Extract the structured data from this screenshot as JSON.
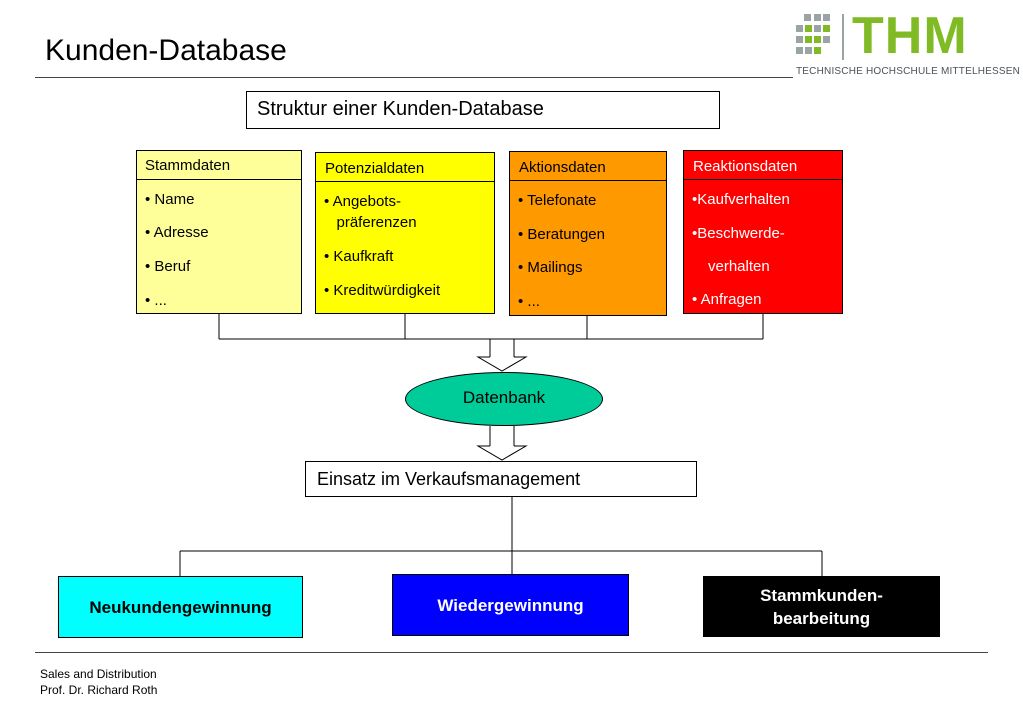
{
  "header": {
    "title": "Kunden-Database",
    "logo": {
      "wordmark": "THM",
      "subtitle": "TECHNISCHE HOCHSCHULE MITTELHESSEN",
      "color": "#80ba24"
    }
  },
  "diagram": {
    "title": "Struktur einer Kunden-Database",
    "categories": [
      {
        "title": "Stammdaten",
        "fill": "#ffff99",
        "items": [
          "• Name",
          "• Adresse",
          "• Beruf",
          "• ..."
        ]
      },
      {
        "title": "Potenzialdaten",
        "fill": "#ffff00",
        "items": [
          "• Angebots-",
          "   präferenzen",
          "• Kaufkraft",
          "• Kreditwürdigkeit"
        ]
      },
      {
        "title": "Aktionsdaten",
        "fill": "#ff9900",
        "items": [
          "• Telefonate",
          "• Beratungen",
          "• Mailings",
          "• ..."
        ]
      },
      {
        "title": "Reaktionsdaten",
        "fill": "#ff0000",
        "items": [
          "•Kaufverhalten",
          "•Beschwerde-",
          "verhalten",
          "• Anfragen"
        ]
      }
    ],
    "database": {
      "label": "Datenbank",
      "fill": "#00cc99"
    },
    "usage": "Einsatz im Verkaufsmanagement",
    "targets": [
      {
        "label": "Neukundengewinnung",
        "fill": "#00ffff",
        "text_color": "#000000"
      },
      {
        "label": "Wiedergewinnung",
        "fill": "#0000ff",
        "text_color": "#ffffff"
      },
      {
        "label": "Stammkunden-\nbearbeitung",
        "fill": "#000000",
        "text_color": "#ffffff"
      }
    ]
  },
  "footer": {
    "line1": "Sales and Distribution",
    "line2": "Prof. Dr. Richard Roth"
  }
}
